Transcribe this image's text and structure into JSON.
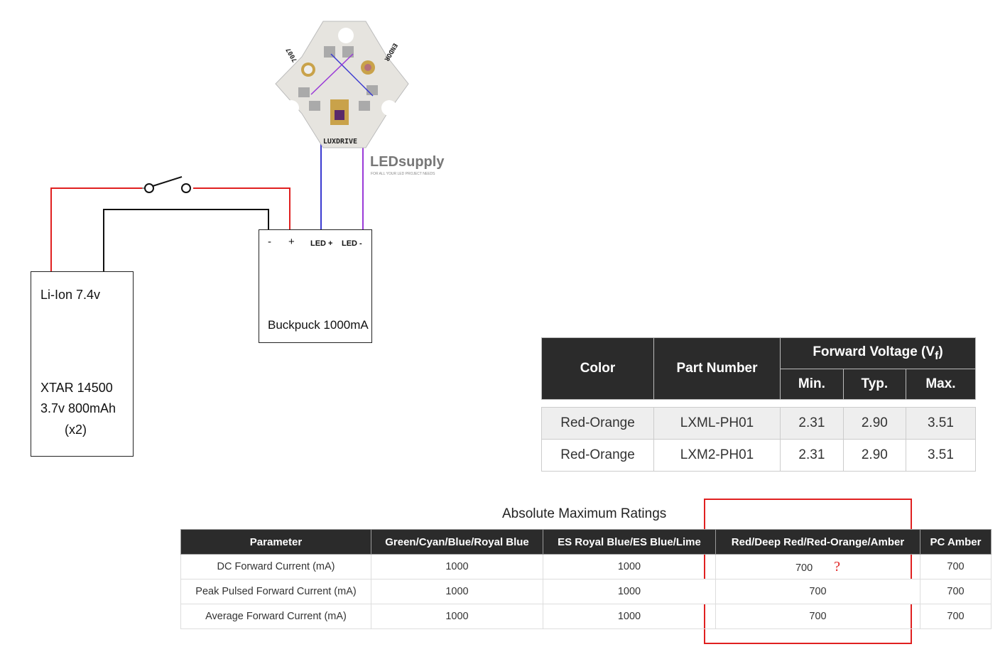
{
  "battery": {
    "label1": "Li-Ion 7.4v",
    "label2": "XTAR 14500",
    "label3": "3.7v 800mAh",
    "label4": "(x2)"
  },
  "driver": {
    "minus": "-",
    "plus": "+",
    "led_plus": "LED +",
    "led_minus": "LED -",
    "name": "Buckpuck 1000mA"
  },
  "led_board": {
    "brand": "LUXDRIVE",
    "left_code": "7007",
    "right_code": "ENDOR",
    "logo": "LEDsupply",
    "logo_tag": "FOR ALL YOUR LED PROJECT NEEDS"
  },
  "wire_colors": {
    "positive": "#e02020",
    "negative": "#111111",
    "led_plus": "#3a3ad0",
    "led_minus": "#9a3ad8"
  },
  "vf_table": {
    "headers": {
      "color": "Color",
      "part": "Part Number",
      "vf": "Forward Voltage (V",
      "vf_sub": "f",
      "vf_close": ")",
      "min": "Min.",
      "typ": "Typ.",
      "max": "Max."
    },
    "rows": [
      {
        "color": "Red-Orange",
        "part": "LXML-PH01",
        "min": "2.31",
        "typ": "2.90",
        "max": "3.51"
      },
      {
        "color": "Red-Orange",
        "part": "LXM2-PH01",
        "min": "2.31",
        "typ": "2.90",
        "max": "3.51"
      }
    ]
  },
  "amr_table": {
    "title": "Absolute Maximum Ratings",
    "headers": [
      "Parameter",
      "Green/Cyan/Blue/Royal Blue",
      "ES Royal Blue/ES Blue/Lime",
      "Red/Deep Red/Red-Orange/Amber",
      "PC Amber"
    ],
    "rows": [
      [
        "DC Forward Current (mA)",
        "1000",
        "1000",
        "700",
        "700"
      ],
      [
        "Peak Pulsed Forward Current (mA)",
        "1000",
        "1000",
        "700",
        "700"
      ],
      [
        "Average Forward Current (mA)",
        "1000",
        "1000",
        "700",
        "700"
      ]
    ],
    "annotation": "?",
    "highlight_color": "#e02020"
  }
}
